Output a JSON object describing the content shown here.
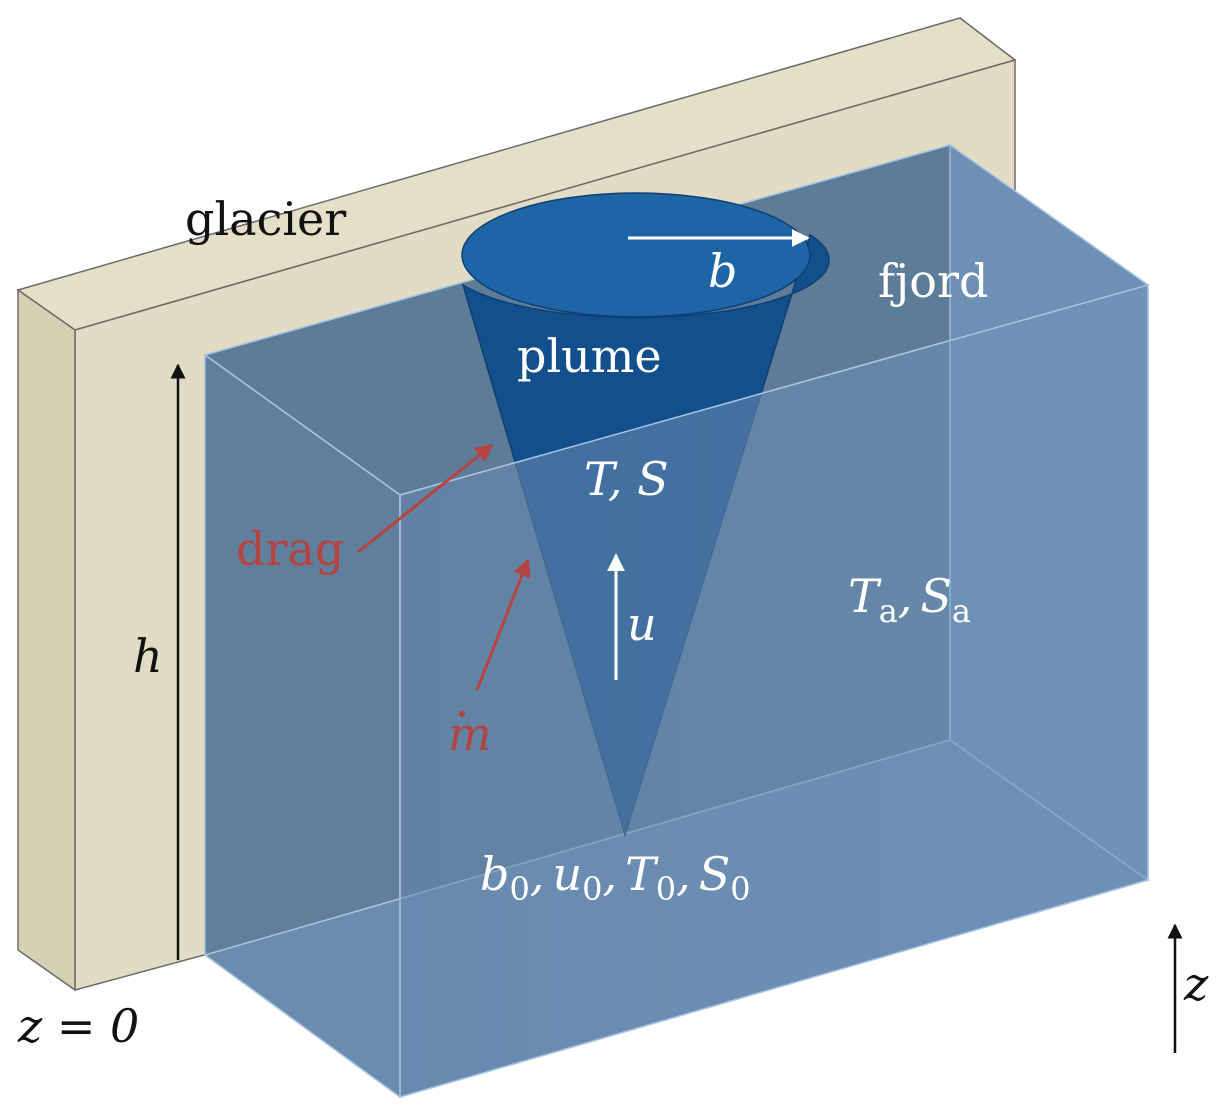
{
  "labels": {
    "glacier": "glacier",
    "fjord": "fjord",
    "plume": "plume",
    "drag": "drag",
    "b": "b",
    "plume_state": "T, S",
    "u": "u",
    "m": "m",
    "ambient_T": "T",
    "ambient_T_sub": "a",
    "ambient_comma": ",",
    "ambient_S": "S",
    "ambient_S_sub": "a",
    "h": "h",
    "z0": "z = 0",
    "z": "z",
    "source_b": "b",
    "source_u": "u",
    "source_T": "T",
    "source_S": "S",
    "source_sub": "0",
    "comma": ","
  },
  "colors": {
    "glacier_fill": "#e3dcc4",
    "glacier_side": "#d8d0b5",
    "glacier_edge": "#6b6b6b",
    "water_back": "#5a7a96",
    "water_front": "#6d91b5",
    "water_edge": "#a9c4e2",
    "plume_body": "#124f8c",
    "plume_top": "#1e65a6",
    "annotation_red": "#b5433f",
    "label_white": "#ffffff",
    "label_black": "#111111"
  }
}
